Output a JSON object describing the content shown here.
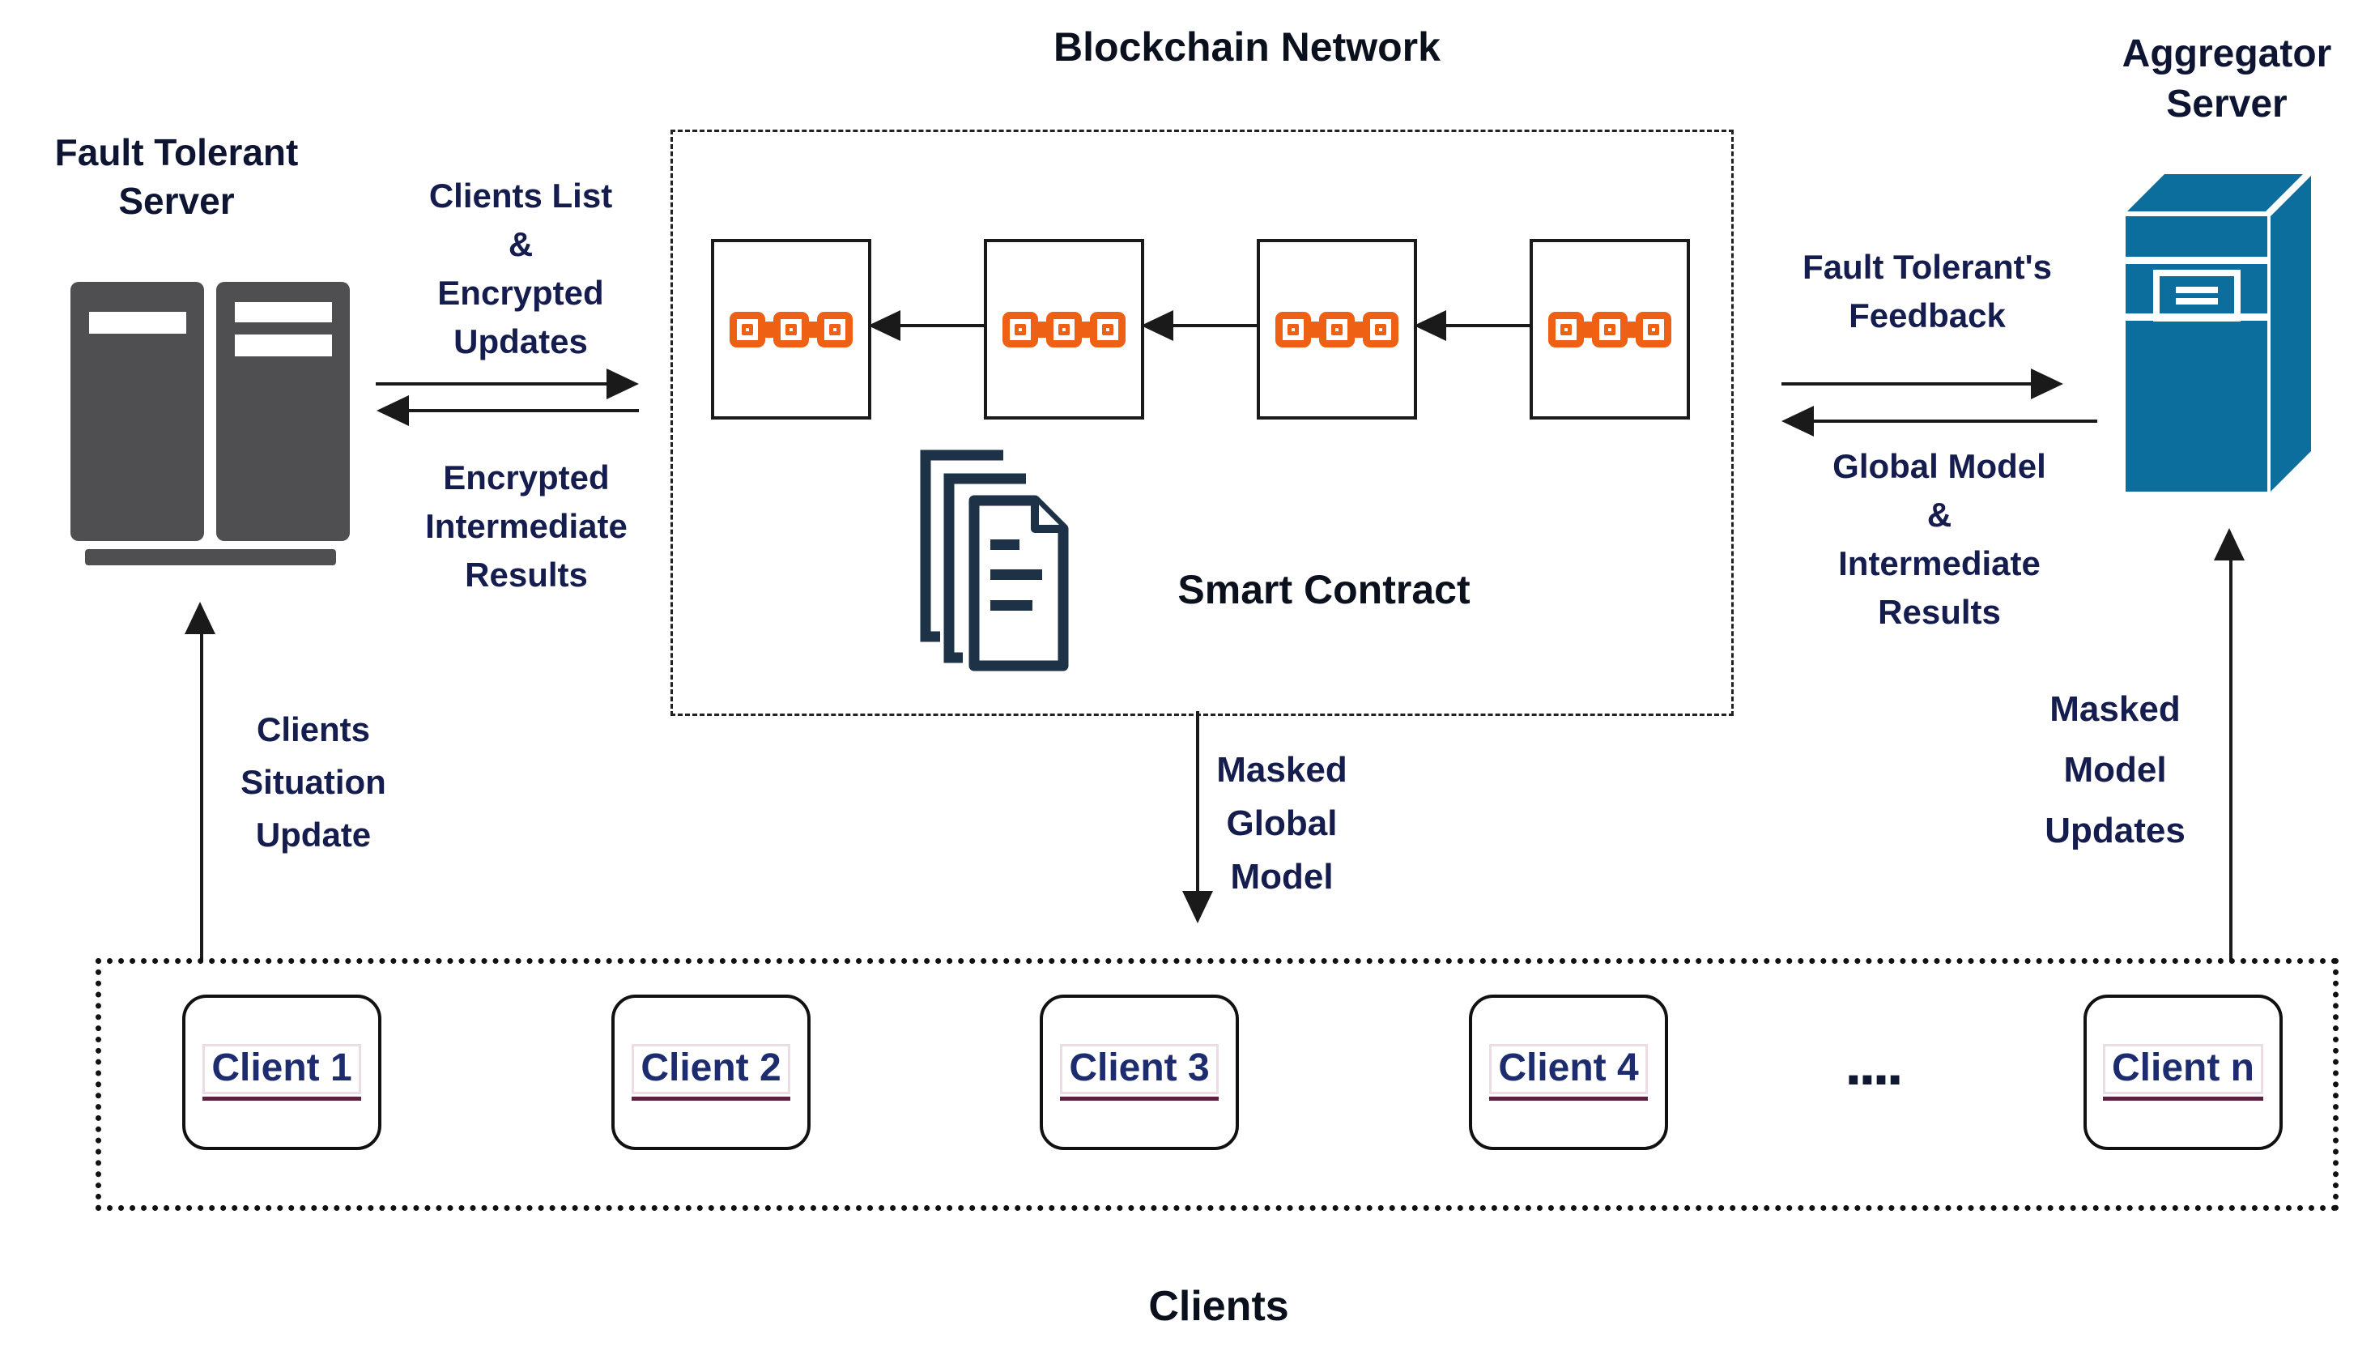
{
  "colors": {
    "chain_orange": "#ee6013",
    "aggregator_blue": "#0b6e9c",
    "server_gray": "#4f4f52",
    "label_navy": "#151c4e",
    "title_navy": "#0d1533",
    "client_text_navy": "#1c2c6e",
    "client_underline_maroon": "#5a2040",
    "arrow_black": "#1a1a1a"
  },
  "fault_server": {
    "title": "Fault Tolerant\nServer"
  },
  "labels": {
    "clients_list": "Clients List\n&\nEncrypted\nUpdates",
    "encrypted_results": "Encrypted\nIntermediate\nResults",
    "clients_situation": "Clients\nSituation\nUpdate",
    "masked_global": "Masked\nGlobal\nModel",
    "fault_feedback": "Fault Tolerant's\nFeedback",
    "global_model": "Global Model\n&\nIntermediate\nResults",
    "masked_updates": "Masked\nModel\nUpdates"
  },
  "blockchain": {
    "title": "Blockchain Network",
    "smart_contract": "Smart Contract",
    "block_count": 4
  },
  "aggregator": {
    "title": "Aggregator\nServer"
  },
  "clients_group": {
    "caption": "Clients",
    "items": [
      "Client 1",
      "Client 2",
      "Client 3",
      "Client 4"
    ],
    "ellipsis": "....",
    "last_item": "Client n"
  }
}
